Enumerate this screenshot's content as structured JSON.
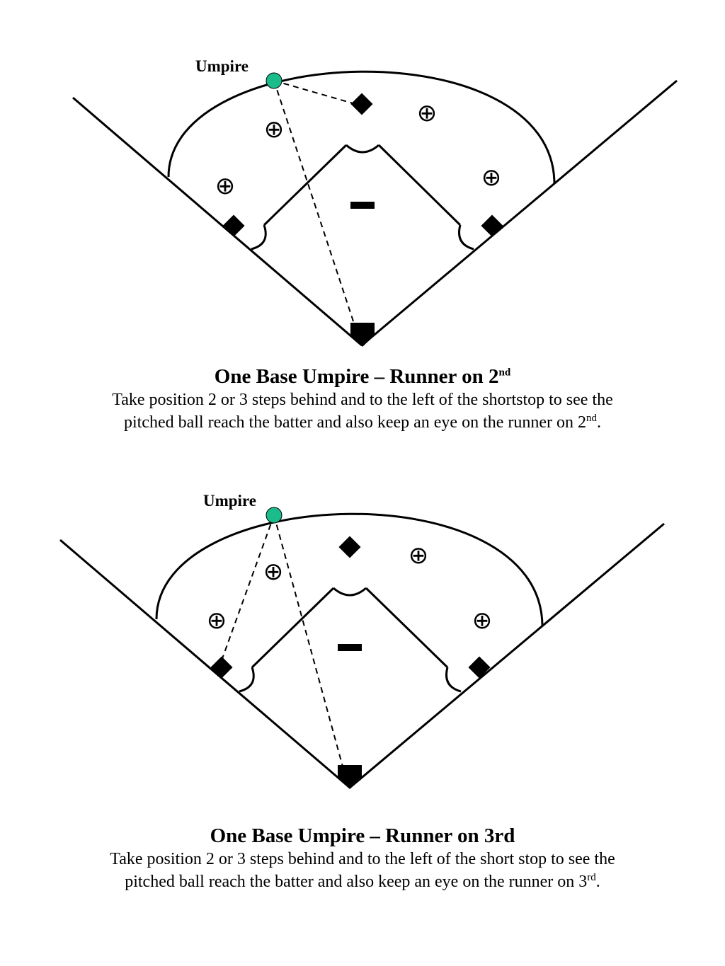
{
  "diagrams": [
    {
      "umpire_label": "Umpire",
      "title": "One Base Umpire – Runner on 2",
      "title_sup": "nd",
      "text_line1": "Take position 2 or 3 steps behind and to the left of the shortstop to see the",
      "text_line2": "pitched ball reach the batter and also keep an eye on the runner on 2",
      "text_line2_sup": "nd",
      "text_line2_end": ".",
      "fielder_symbol": "⊕",
      "pitcher_symbol": "–"
    },
    {
      "umpire_label": "Umpire",
      "title": "One Base Umpire – Runner on 3rd",
      "title_sup": "",
      "text_line1": "Take position 2 or 3 steps behind and to the left of the short stop to see the",
      "text_line2": "pitched ball reach the batter and also keep an eye on the runner on 3",
      "text_line2_sup": "rd",
      "text_line2_end": ".",
      "fielder_symbol": "⊕",
      "pitcher_symbol": "–"
    }
  ],
  "colors": {
    "umpire_marker": "#1abc8c",
    "lines": "#000000"
  }
}
